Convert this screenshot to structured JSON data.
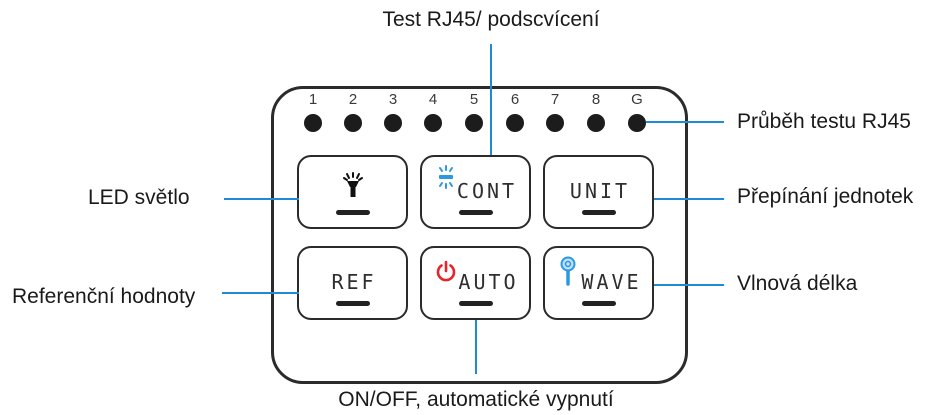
{
  "callouts": {
    "top": "Test RJ45/ podscvícení",
    "rj45_progress": "Průběh testu RJ45",
    "led_light": "LED světlo",
    "unit_switch": "Přepínání jednotek",
    "reference_values": "Referenční hodnoty",
    "wavelength": "Vlnová délka",
    "power": "ON/OFF, automatické vypnutí"
  },
  "panel": {
    "leds": [
      "1",
      "2",
      "3",
      "4",
      "5",
      "6",
      "7",
      "8",
      "G"
    ],
    "buttons": [
      {
        "icon": "flashlight-icon"
      },
      {
        "label": "CONT",
        "icon": "backlight-icon"
      },
      {
        "label": "UNIT"
      },
      {
        "label": "REF"
      },
      {
        "label": "AUTO",
        "icon": "power-icon"
      },
      {
        "label": "WAVE",
        "icon": "wavelength-icon"
      }
    ]
  },
  "colors": {
    "callout_line": "#1f8ad6",
    "blue_icons": "#2b98e4",
    "power_icon": "#e5252b",
    "panel_border": "#2b2b2b"
  }
}
